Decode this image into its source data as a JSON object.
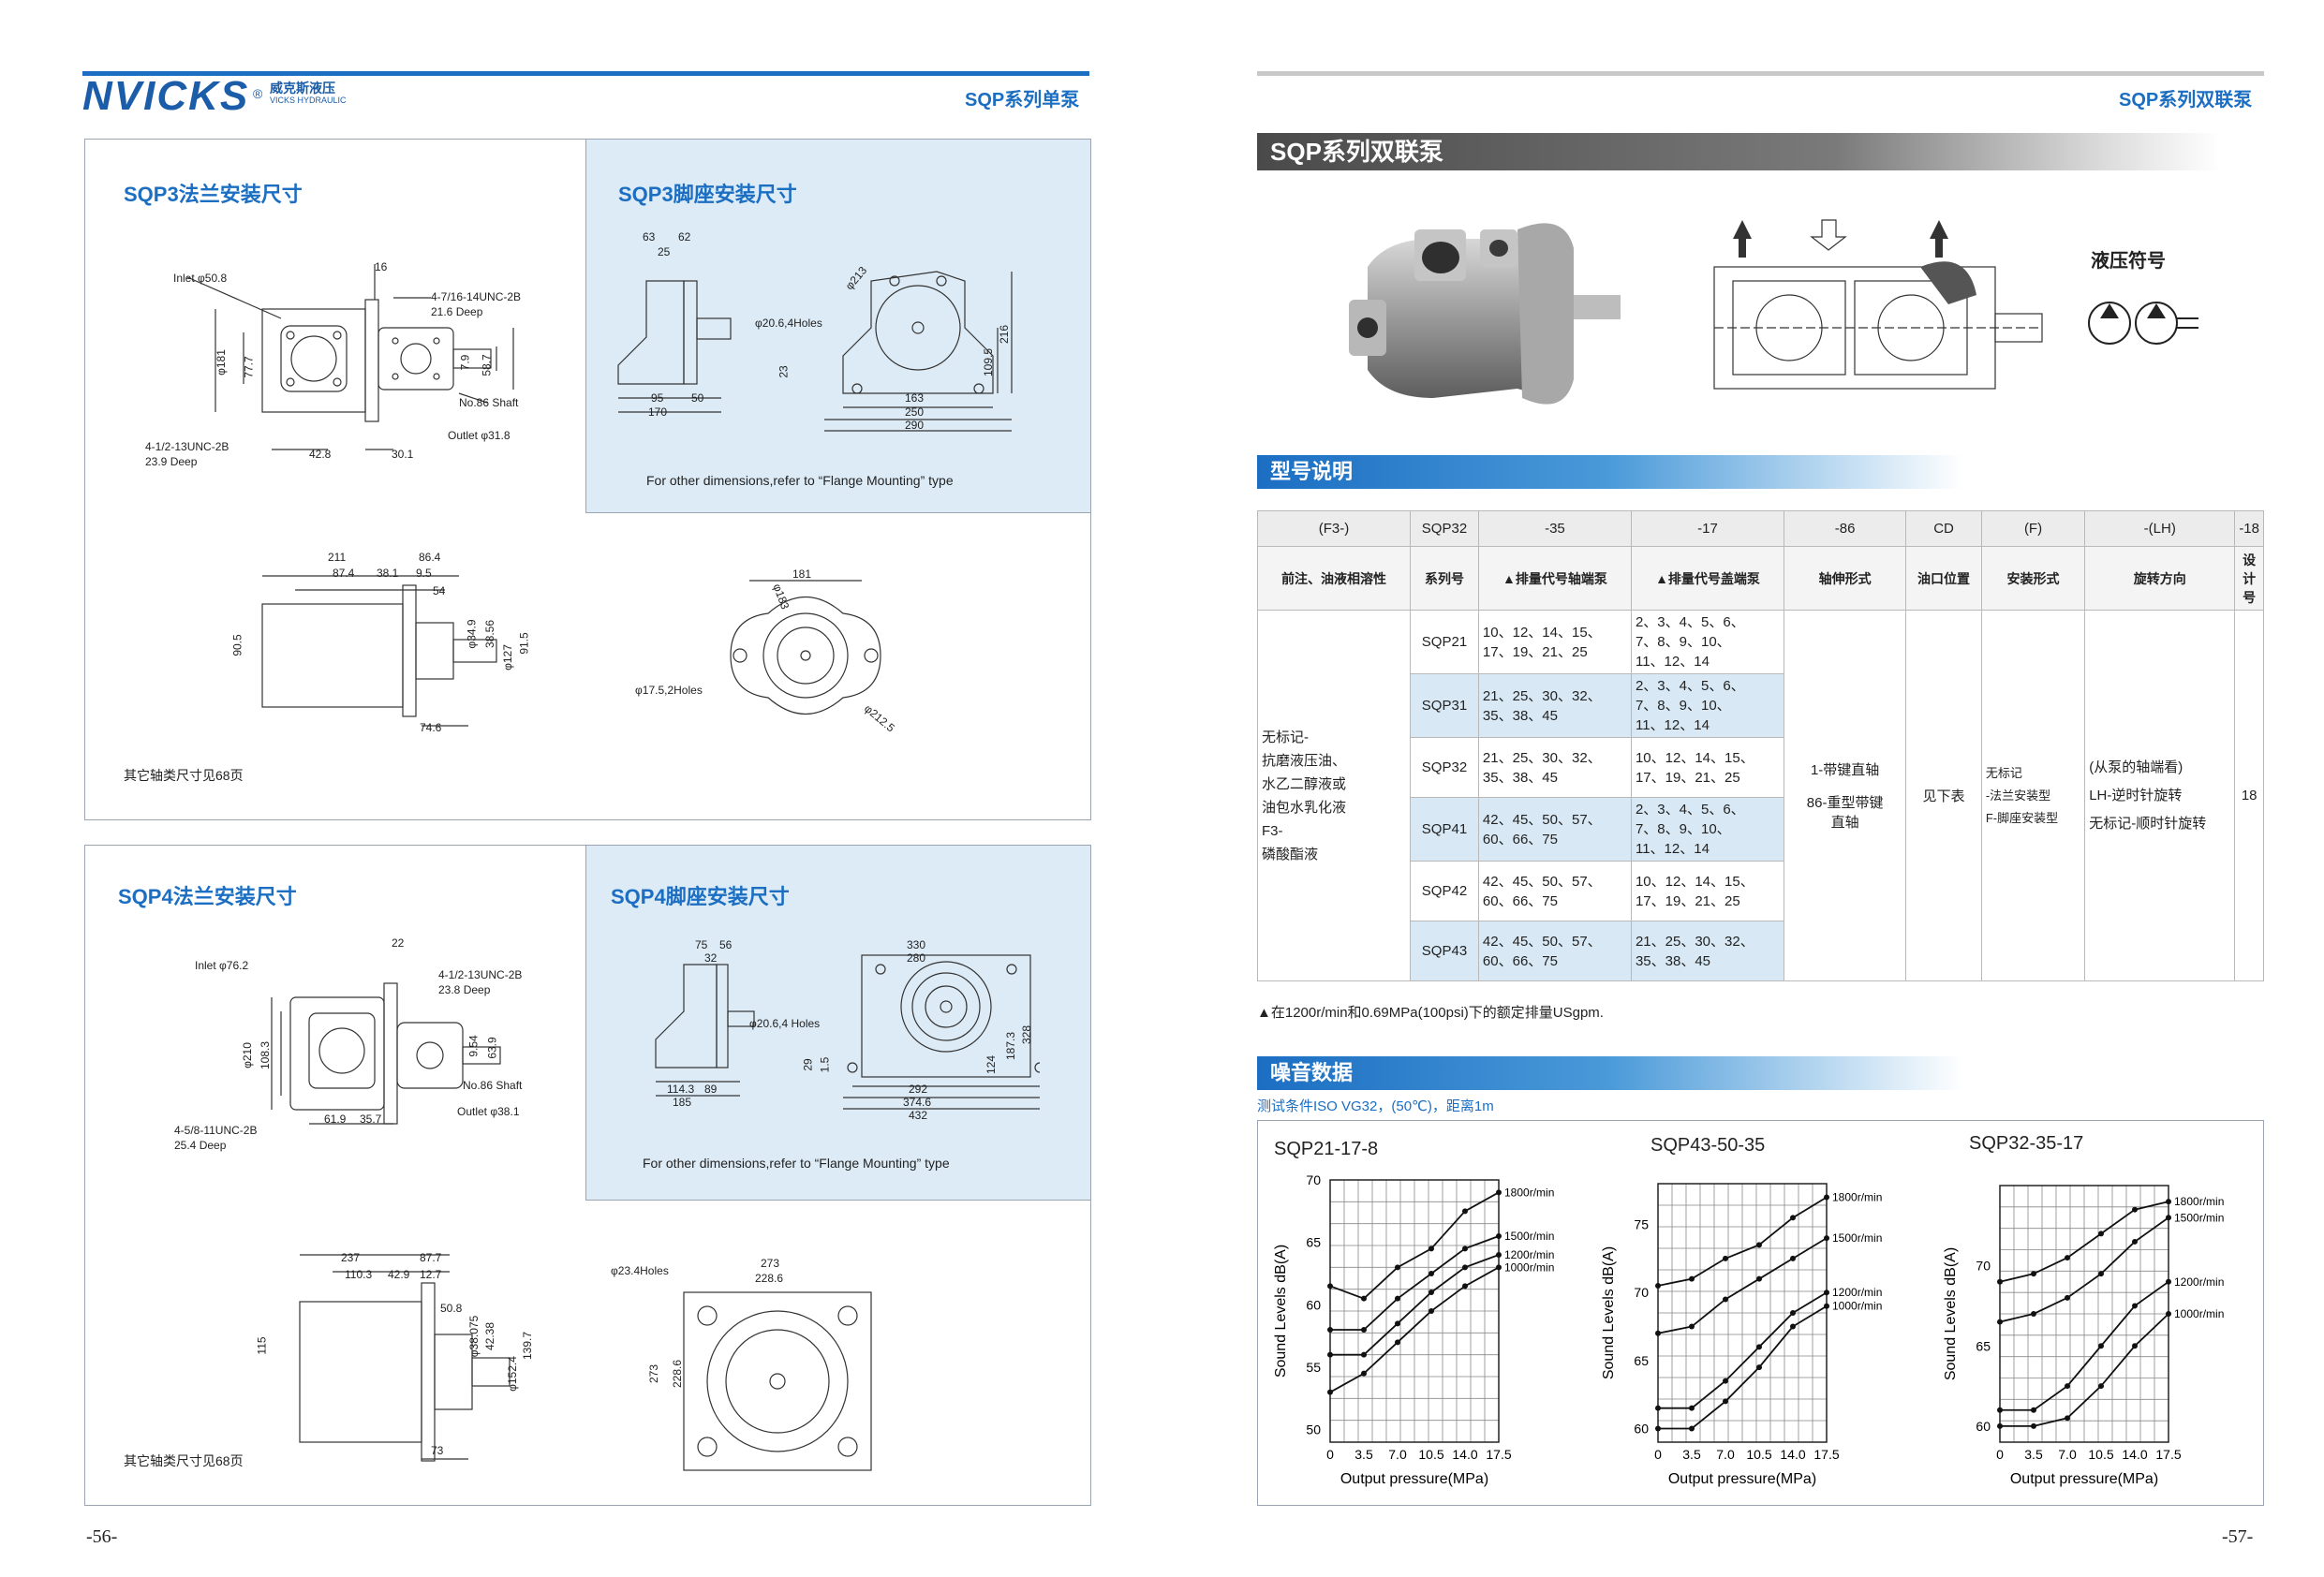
{
  "left_page": {
    "brand": "NVICKS",
    "brand_mark": "®",
    "brand_cn": "威克斯液压",
    "brand_en": "VICKS HYDRAULIC",
    "section_tag": "SQP系列单泵",
    "page_number": "-56-",
    "sqp3_flange": {
      "title": "SQP3法兰安装尺寸",
      "labels": {
        "inlet": "Inlet φ50.8",
        "thread1": "4-7/16-14UNC-2B",
        "thread1_depth": "21.6 Deep",
        "shaft": "No.86 Shaft",
        "outlet": "Outlet φ31.8",
        "thread2": "4-1/2-13UNC-2B",
        "thread2_depth": "23.9 Deep",
        "d16": "16",
        "d181": "φ181",
        "d77": "77.7",
        "d42": "42.8",
        "d30": "30.1",
        "d58": "58.7",
        "d7": "7.9"
      }
    },
    "sqp3_foot": {
      "title": "SQP3脚座安装尺寸",
      "labels": {
        "d63": "63",
        "d62": "62",
        "d25": "25",
        "d23": "23",
        "d95": "95",
        "d50": "50",
        "d170": "170",
        "holes": "φ20.6,4Holes",
        "d213": "φ213",
        "d216": "216",
        "d109": "109.5",
        "d163": "163",
        "d250": "250",
        "d290": "290"
      },
      "note": "For other dimensions,refer to “Flange Mounting” type"
    },
    "sqp3_side": {
      "labels": {
        "d211": "211",
        "d86": "86.4",
        "d87": "87.4",
        "d38": "38.1",
        "d9": "9.5",
        "d54": "54",
        "d90": "90.5",
        "d34": "φ34.9",
        "d38b": "38.56",
        "d127": "φ127",
        "d91": "91.5",
        "d74": "74.6",
        "d181": "181",
        "d183": "φ183",
        "holes": "φ17.5,2Holes",
        "d212": "φ212.5"
      },
      "note": "其它轴类尺寸见68页"
    },
    "sqp4_flange": {
      "title": "SQP4法兰安装尺寸",
      "labels": {
        "inlet": "Inlet φ76.2",
        "d22": "22",
        "thread1": "4-1/2-13UNC-2B",
        "thread1_depth": "23.8 Deep",
        "d210": "φ210",
        "d108": "108.3",
        "d54": "9.54",
        "d63": "63.9",
        "shaft": "No.86 Shaft",
        "outlet": "Outlet φ38.1",
        "d61": "61.9",
        "d35": "35.7",
        "thread2": "4-5/8-11UNC-2B",
        "thread2_depth": "25.4 Deep"
      }
    },
    "sqp4_foot": {
      "title": "SQP4脚座安装尺寸",
      "labels": {
        "d75": "75",
        "d56": "56",
        "d32": "32",
        "holes": "φ20.6,4 Holes",
        "d29": "29",
        "d15": "1.5",
        "d114": "114.3",
        "d89": "89",
        "d185": "185",
        "d330": "330",
        "d280": "280",
        "d124": "124",
        "d187": "187.3",
        "d328": "328",
        "d292": "292",
        "d374": "374.6",
        "d432": "432"
      },
      "note": "For other dimensions,refer to “Flange Mounting” type"
    },
    "sqp4_side": {
      "labels": {
        "d237": "237",
        "d87": "87.7",
        "d110": "110.3",
        "d42": "42.9",
        "d12": "12.7",
        "d50": "50.8",
        "d115": "115",
        "d38": "φ38.075",
        "d42b": "42.38",
        "d152": "φ152.4",
        "d139": "139.7",
        "d73": "73",
        "holes": "φ23.4Holes",
        "d273": "273",
        "d228": "228.6",
        "d273b": "273",
        "d228b": "228.6"
      },
      "note": "其它轴类尺寸见68页"
    }
  },
  "right_page": {
    "section_tag": "SQP系列双联泵",
    "page_number": "-57-",
    "banner_title": "SQP系列双联泵",
    "hydraulic_symbol_label": "液压符号",
    "model_section_title": "型号说明",
    "model_table": {
      "codes": [
        "(F3-)",
        "SQP32",
        "-35",
        "-17",
        "-86",
        "CD",
        "(F)",
        "-(LH)",
        "-18"
      ],
      "names": [
        "前注、油液相溶性",
        "系列号",
        "▲排量代号轴端泵",
        "▲排量代号盖端泵",
        "轴伸形式",
        "油口位置",
        "安装形式",
        "旋转方向",
        "设计号"
      ],
      "fluid_desc": [
        "无标记-",
        "抗磨液压油、",
        "水乙二醇液或",
        "油包水乳化液",
        "F3-",
        "磷酸酯液"
      ],
      "rows": [
        {
          "series": "SQP21",
          "shaft_end": [
            "10、12、14、15、",
            "17、19、21、25"
          ],
          "cover_end": [
            "2、3、4、5、6、",
            "7、8、9、10、",
            "11、12、14"
          ]
        },
        {
          "series": "SQP31",
          "shaft_end": [
            "21、25、30、32、",
            "35、38、45"
          ],
          "cover_end": [
            "2、3、4、5、6、",
            "7、8、9、10、",
            "11、12、14"
          ]
        },
        {
          "series": "SQP32",
          "shaft_end": [
            "21、25、30、32、",
            "35、38、45"
          ],
          "cover_end": [
            "10、12、14、15、",
            "17、19、21、25"
          ]
        },
        {
          "series": "SQP41",
          "shaft_end": [
            "42、45、50、57、",
            "60、66、75"
          ],
          "cover_end": [
            "2、3、4、5、6、",
            "7、8、9、10、",
            "11、12、14"
          ]
        },
        {
          "series": "SQP42",
          "shaft_end": [
            "42、45、50、57、",
            "60、66、75"
          ],
          "cover_end": [
            "10、12、14、15、",
            "17、19、21、25"
          ]
        },
        {
          "series": "SQP43",
          "shaft_end": [
            "42、45、50、57、",
            "60、66、75"
          ],
          "cover_end": [
            "21、25、30、32、",
            "35、38、45"
          ]
        }
      ],
      "shaft_form": [
        "1-带键直轴",
        "86-重型带键",
        "直轴"
      ],
      "port_position": "见下表",
      "mounting": [
        "无标记",
        "-法兰安装型",
        "F-脚座安装型"
      ],
      "rotation": [
        "(从泵的轴端看)",
        "LH-逆时针旋转",
        "无标记-顺时针旋转"
      ],
      "design_no": "18",
      "footnote": "▲在1200r/min和0.69MPa(100psi)下的额定排量USgpm."
    },
    "noise_section_title": "噪音数据",
    "noise_condition": "测试条件ISO VG32，(50℃)，距离1m"
  },
  "chart_data": [
    {
      "type": "line",
      "title": "SQP21-17-8",
      "xlabel": "Output pressure(MPa)",
      "ylabel": "Sound Levels dB(A)",
      "x": [
        0,
        3.5,
        7.0,
        10.5,
        14.0,
        17.5
      ],
      "x_ticks": [
        "0",
        "3.5",
        "7.0",
        "10.5",
        "14.0",
        "17.5"
      ],
      "y_ticks": [
        "50",
        "55",
        "60",
        "65",
        "70"
      ],
      "xlim": [
        0,
        17.5
      ],
      "ylim": [
        49,
        70
      ],
      "grid": true,
      "series": [
        {
          "name": "1800r/min",
          "values": [
            61.5,
            60.5,
            63,
            64.5,
            67.5,
            69
          ]
        },
        {
          "name": "1500r/min",
          "values": [
            58,
            58,
            60.5,
            62.5,
            64.5,
            65.5
          ]
        },
        {
          "name": "1200r/min",
          "values": [
            56,
            56,
            58.5,
            61,
            63,
            64
          ]
        },
        {
          "name": "1000r/min",
          "values": [
            53,
            54.5,
            57,
            59.5,
            61.5,
            63
          ]
        }
      ]
    },
    {
      "type": "line",
      "title": "SQP43-50-35",
      "xlabel": "Output pressure(MPa)",
      "ylabel": "Sound Levels dB(A)",
      "x": [
        0,
        3.5,
        7.0,
        10.5,
        14.0,
        17.5
      ],
      "x_ticks": [
        "0",
        "3.5",
        "7.0",
        "10.5",
        "14.0",
        "17.5"
      ],
      "y_ticks": [
        "60",
        "65",
        "70",
        "75"
      ],
      "xlim": [
        0,
        17.5
      ],
      "ylim": [
        59,
        78
      ],
      "grid": true,
      "series": [
        {
          "name": "1800r/min",
          "values": [
            70.5,
            71,
            72.5,
            73.5,
            75.5,
            77
          ]
        },
        {
          "name": "1500r/min",
          "values": [
            67,
            67.5,
            69.5,
            71,
            72.5,
            74
          ]
        },
        {
          "name": "1200r/min",
          "values": [
            61.5,
            61.5,
            63.5,
            66,
            68.5,
            70
          ]
        },
        {
          "name": "1000r/min",
          "values": [
            60,
            60,
            62,
            64.5,
            67.5,
            69
          ]
        }
      ]
    },
    {
      "type": "line",
      "title": "SQP32-35-17",
      "xlabel": "Output pressure(MPa)",
      "ylabel": "Sound Levels dB(A)",
      "x": [
        0,
        3.5,
        7.0,
        10.5,
        14.0,
        17.5
      ],
      "x_ticks": [
        "0",
        "3.5",
        "7.0",
        "10.5",
        "14.0",
        "17.5"
      ],
      "y_ticks": [
        "60",
        "65",
        "70"
      ],
      "xlim": [
        0,
        17.5
      ],
      "ylim": [
        59,
        75
      ],
      "grid": true,
      "series": [
        {
          "name": "1800r/min",
          "values": [
            69,
            69.5,
            70.5,
            72,
            73.5,
            74
          ]
        },
        {
          "name": "1500r/min",
          "values": [
            66.5,
            67,
            68,
            69.5,
            71.5,
            73
          ]
        },
        {
          "name": "1200r/min",
          "values": [
            61,
            61,
            62.5,
            65,
            67.5,
            69
          ]
        },
        {
          "name": "1000r/min",
          "values": [
            60,
            60,
            60.5,
            62.5,
            65,
            67
          ]
        }
      ]
    }
  ]
}
